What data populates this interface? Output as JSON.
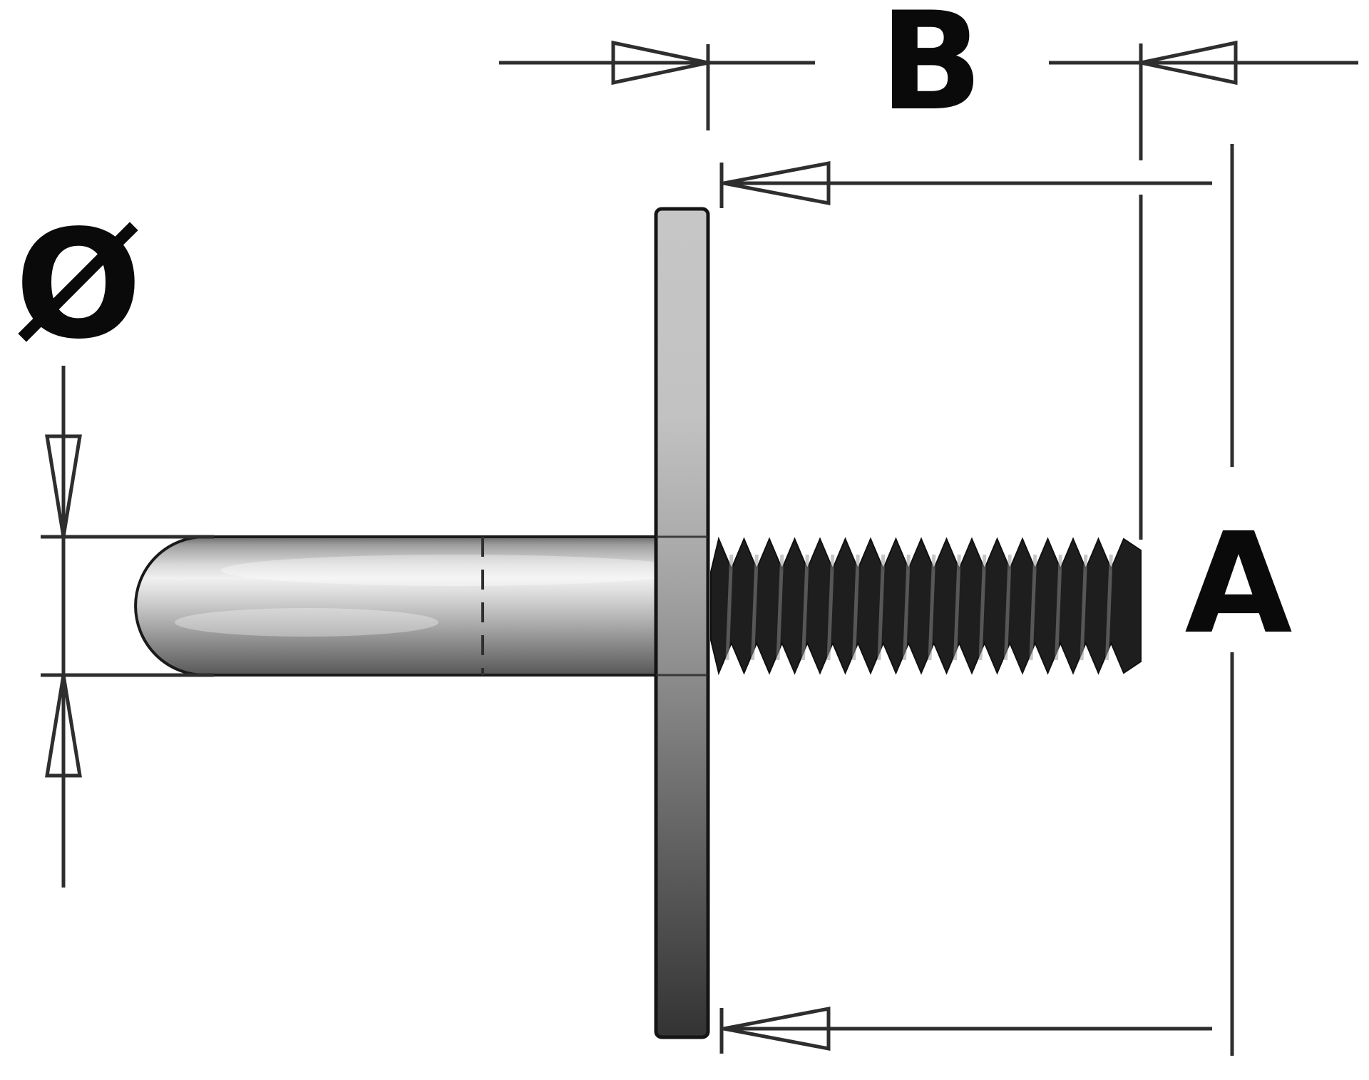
{
  "diagram": {
    "labels": {
      "diameter": "Ø",
      "dim_b": "B",
      "dim_a": "A"
    },
    "colors": {
      "background": "#ffffff",
      "dimension_line": "#2e2e2e",
      "label_text": "#0a0a0a",
      "part_outline": "#1a1a1a",
      "thread_fill": "#1e1e1e",
      "thread_streak": "#909090",
      "pin_highlight": "#f0f0f0",
      "pin_shadow": "#585858",
      "flange_top": "#c6c6c6",
      "flange_bottom": "#333333"
    }
  }
}
